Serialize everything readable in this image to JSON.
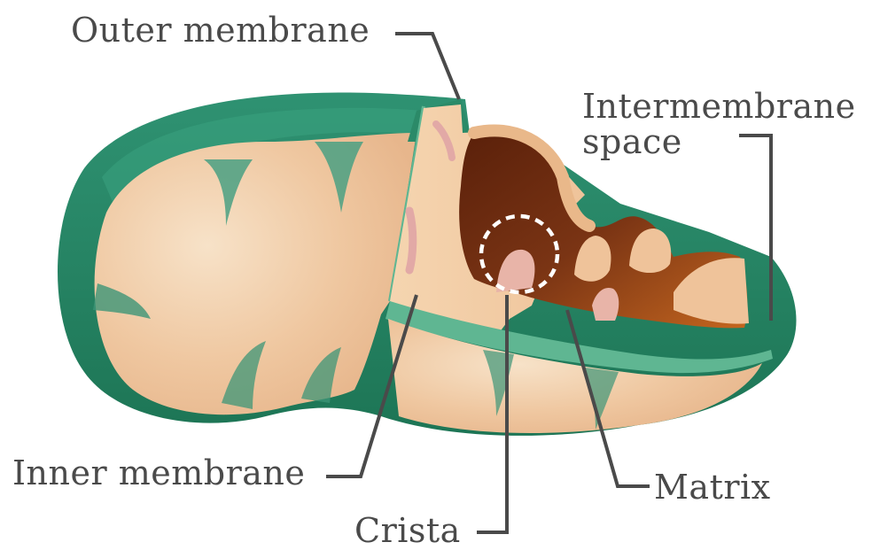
{
  "labels": {
    "outer_membrane": "Outer membrane",
    "intermembrane_space_line1": "Intermembrane",
    "intermembrane_space_line2": "space",
    "inner_membrane": "Inner membrane",
    "crista": "Crista",
    "matrix": "Matrix"
  },
  "colors": {
    "outer_membrane": "#2e8a6a",
    "outer_dark": "#1f7a5a",
    "inner_body": "#f2c9a0",
    "matrix_dark": "#6b2a10",
    "matrix_mid": "#b5561a",
    "crista_pink": "#e8b4a8",
    "leader_line": "#4a4a4a",
    "label_text": "#4a4a4a"
  }
}
